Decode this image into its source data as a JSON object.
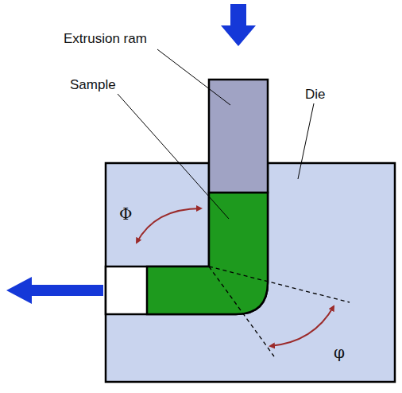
{
  "diagram": {
    "labels": [
      "Extrusion ram",
      "Sample",
      "Die",
      "Φ",
      "φ"
    ]
  }
}
